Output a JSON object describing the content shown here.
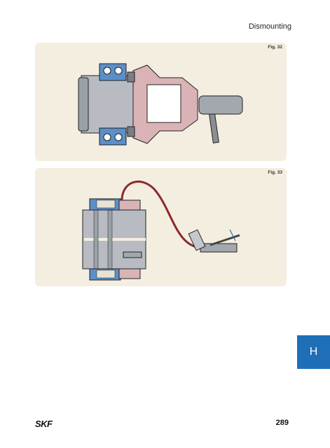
{
  "header": {
    "section_title": "Dismounting"
  },
  "figures": [
    {
      "caption": "Fig. 32"
    },
    {
      "caption": "Fig. 33"
    }
  ],
  "side_tab": {
    "letter": "H",
    "color": "#1f6fb8"
  },
  "footer": {
    "logo_text": "SKF",
    "page_number": "289"
  },
  "colors": {
    "panel_background": "#f4eee0",
    "bearing_blue": "#5b8fc9",
    "tool_pink": "#d9b3b6",
    "shaft_grey": "#b8bcc2",
    "hose_red": "#8b2a2e"
  }
}
